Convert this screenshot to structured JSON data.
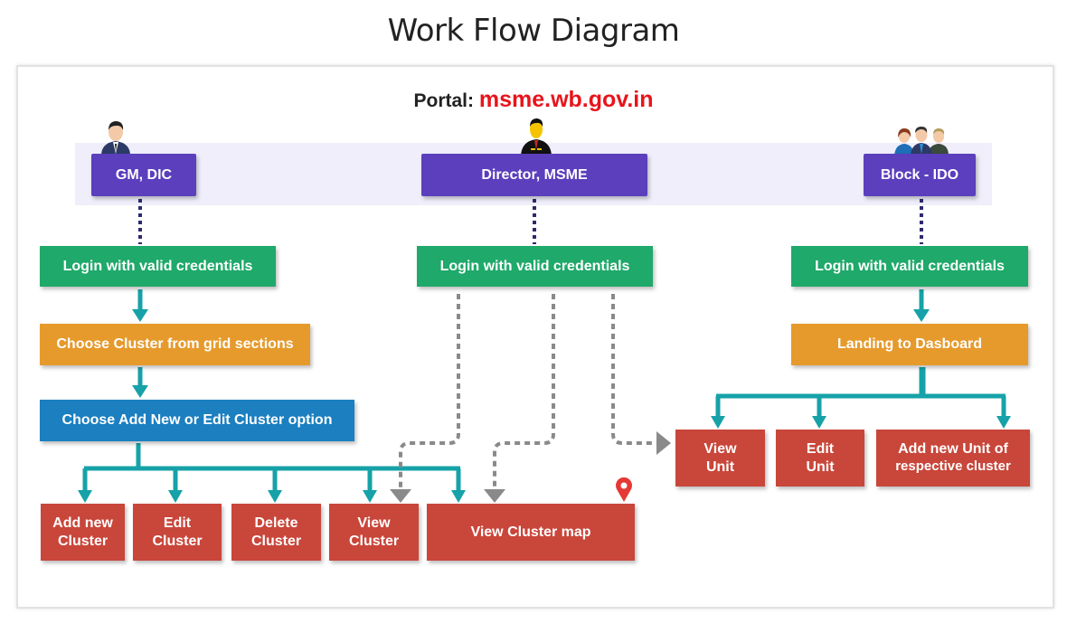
{
  "title": "Work Flow Diagram",
  "portal": {
    "label": "Portal:",
    "url": "msme.wb.gov.in"
  },
  "roles": [
    {
      "label": "GM, DIC",
      "icon": "single-officer-icon"
    },
    {
      "label": "Director, MSME",
      "icon": "director-icon"
    },
    {
      "label": "Block - IDO",
      "icon": "group-officers-icon"
    }
  ],
  "gm_flow": {
    "login": "Login with valid credentials",
    "choose_cluster": "Choose Cluster from grid sections",
    "choose_option": "Choose Add New or Edit Cluster option",
    "actions": [
      {
        "line1": "Add new",
        "line2": "Cluster"
      },
      {
        "line1": "Edit",
        "line2": "Cluster"
      },
      {
        "line1": "Delete",
        "line2": "Cluster"
      },
      {
        "line1": "View",
        "line2": "Cluster"
      }
    ],
    "map": "View Cluster map"
  },
  "director_flow": {
    "login": "Login with valid credentials"
  },
  "ido_flow": {
    "login": "Login with valid credentials",
    "landing": "Landing to Dasboard",
    "actions": [
      {
        "line1": "View",
        "line2": "Unit"
      },
      {
        "line1": "Edit",
        "line2": "Unit"
      },
      {
        "line1": "Add new Unit of",
        "line2": "respective cluster"
      }
    ]
  },
  "colors": {
    "role": "#5b3fbd",
    "login": "#1fa96a",
    "step": "#e69a2c",
    "option": "#1b7fc0",
    "action": "#c9463a",
    "connector": "#16a2a8",
    "dashed": "#8a8a8a",
    "url": "#e8141b"
  }
}
